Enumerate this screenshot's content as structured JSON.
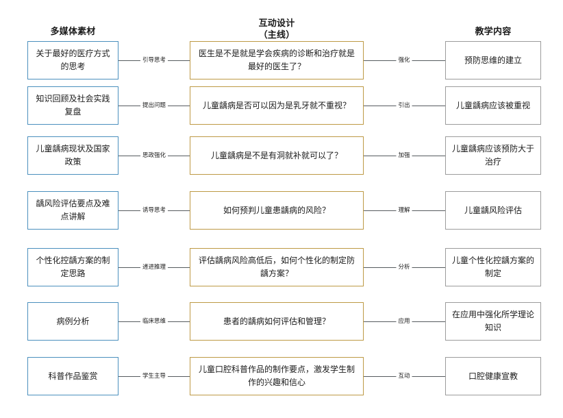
{
  "columns": {
    "left": {
      "title": "多媒体素材"
    },
    "middle": {
      "title": "互动设计",
      "subtitle": "（主线）"
    },
    "right": {
      "title": "教学内容"
    }
  },
  "rows": [
    {
      "left": "关于最好的医疗方式的思考",
      "link_left": "引导思考",
      "middle": "医生是不是就是学会疾病的诊断和治疗就是最好的医生了？",
      "link_right": "强化",
      "right": "预防思维的建立"
    },
    {
      "left": "知识回顾及社会实践复盘",
      "link_left": "提出问题",
      "middle": "儿童龋病是否可以因为是乳牙就不重视？",
      "link_right": "引出",
      "right": "儿童龋病应该被重视"
    },
    {
      "left": "儿童龋病现状及国家政策",
      "link_left": "思政强化",
      "middle": "儿童龋病是不是有洞就补就可以了？",
      "link_right": "加强",
      "right": "儿童龋病应该预防大于治疗"
    },
    {
      "left": "龋风险评估要点及难点讲解",
      "link_left": "诱导思考",
      "middle": "如何预判儿童患龋病的风险？",
      "link_right": "理解",
      "right": "儿童龋风险评估"
    },
    {
      "left": "个性化控龋方案的制定思路",
      "link_left": "递进推理",
      "middle": "评估龋病风险高低后，如何个性化的制定防龋方案？",
      "link_right": "分析",
      "right": "儿童个性化控龋方案的制定"
    },
    {
      "left": "病例分析",
      "link_left": "临床思维",
      "middle": "患者的龋病如何评估和管理？",
      "link_right": "应用",
      "right": "在应用中强化所学理论知识"
    },
    {
      "left": "科普作品鉴赏",
      "link_left": "学生主导",
      "middle": "儿童口腔科普作品的制作要点，激发学生制作的兴趣和信心",
      "link_right": "互动",
      "right": "口腔健康宣教"
    }
  ],
  "colors": {
    "left_border": "#4a8fbd",
    "middle_border": "#bd9944",
    "right_border": "#9b9b9b",
    "connector": "#555a5e",
    "background": "#ffffff",
    "text": "#1a1a1a"
  }
}
